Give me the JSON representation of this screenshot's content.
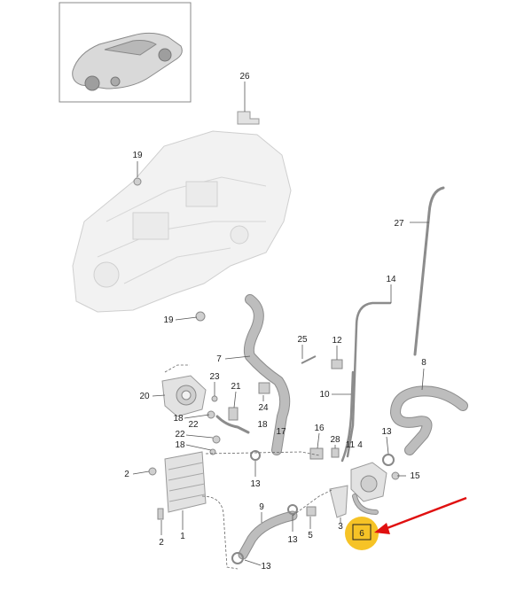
{
  "diagram": {
    "callouts": [
      {
        "id": "c26",
        "label": "26"
      },
      {
        "id": "c19a",
        "label": "19"
      },
      {
        "id": "c27",
        "label": "27"
      },
      {
        "id": "c14",
        "label": "14"
      },
      {
        "id": "c19b",
        "label": "19"
      },
      {
        "id": "c25",
        "label": "25"
      },
      {
        "id": "c12",
        "label": "12"
      },
      {
        "id": "c7",
        "label": "7"
      },
      {
        "id": "c8",
        "label": "8"
      },
      {
        "id": "c10",
        "label": "10"
      },
      {
        "id": "c23",
        "label": "23"
      },
      {
        "id": "c21",
        "label": "21"
      },
      {
        "id": "c20",
        "label": "20"
      },
      {
        "id": "c24",
        "label": "24"
      },
      {
        "id": "c18a",
        "label": "18"
      },
      {
        "id": "c18b",
        "label": "18"
      },
      {
        "id": "c17",
        "label": "17"
      },
      {
        "id": "c22a",
        "label": "22"
      },
      {
        "id": "c22b",
        "label": "22"
      },
      {
        "id": "c18c",
        "label": "18"
      },
      {
        "id": "c16",
        "label": "16"
      },
      {
        "id": "c28",
        "label": "28"
      },
      {
        "id": "c11",
        "label": "11"
      },
      {
        "id": "c4",
        "label": "4"
      },
      {
        "id": "c13a",
        "label": "13"
      },
      {
        "id": "c15",
        "label": "15"
      },
      {
        "id": "c2a",
        "label": "2"
      },
      {
        "id": "c13b",
        "label": "13"
      },
      {
        "id": "c9",
        "label": "9"
      },
      {
        "id": "c13c",
        "label": "13"
      },
      {
        "id": "c5",
        "label": "5"
      },
      {
        "id": "c3",
        "label": "3"
      },
      {
        "id": "c6",
        "label": "6"
      },
      {
        "id": "c2b",
        "label": "2"
      },
      {
        "id": "c1",
        "label": "1"
      },
      {
        "id": "c13d",
        "label": "13"
      }
    ],
    "highlight": {
      "color": "#f5b800",
      "label": "6"
    },
    "arrow": {
      "color": "#e01010"
    }
  },
  "colors": {
    "part_fill": "#e2e2e2",
    "part_stroke": "#9a9a9a",
    "label": "#222222"
  }
}
